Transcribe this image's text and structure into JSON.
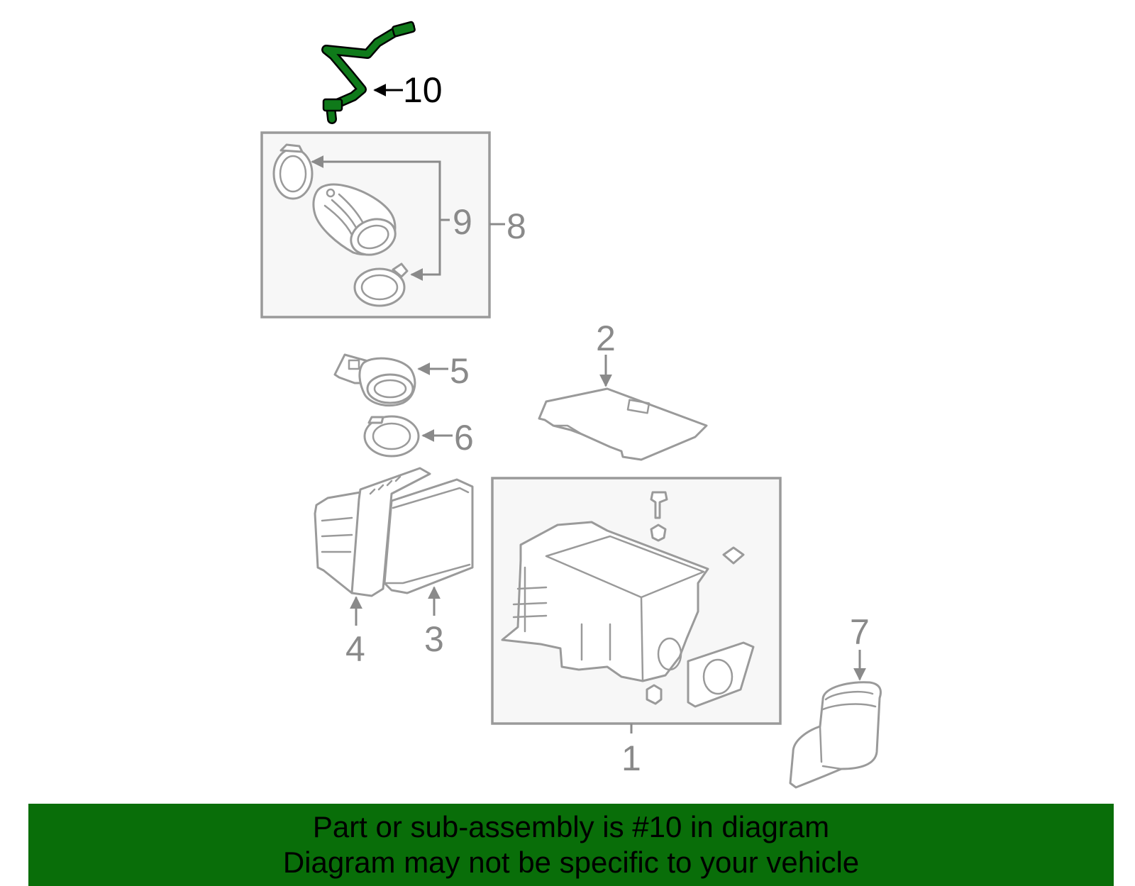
{
  "diagram": {
    "highlight_color": "#0f7a1a",
    "callouts": {
      "c1": "1",
      "c2": "2",
      "c3": "3",
      "c4": "4",
      "c5": "5",
      "c6": "6",
      "c7": "7",
      "c8": "8",
      "c9": "9",
      "c10": "10"
    }
  },
  "banner": {
    "line1": "Part or sub-assembly is #10 in diagram",
    "line2": "Diagram may not be specific to your vehicle",
    "background": "#096e09"
  }
}
